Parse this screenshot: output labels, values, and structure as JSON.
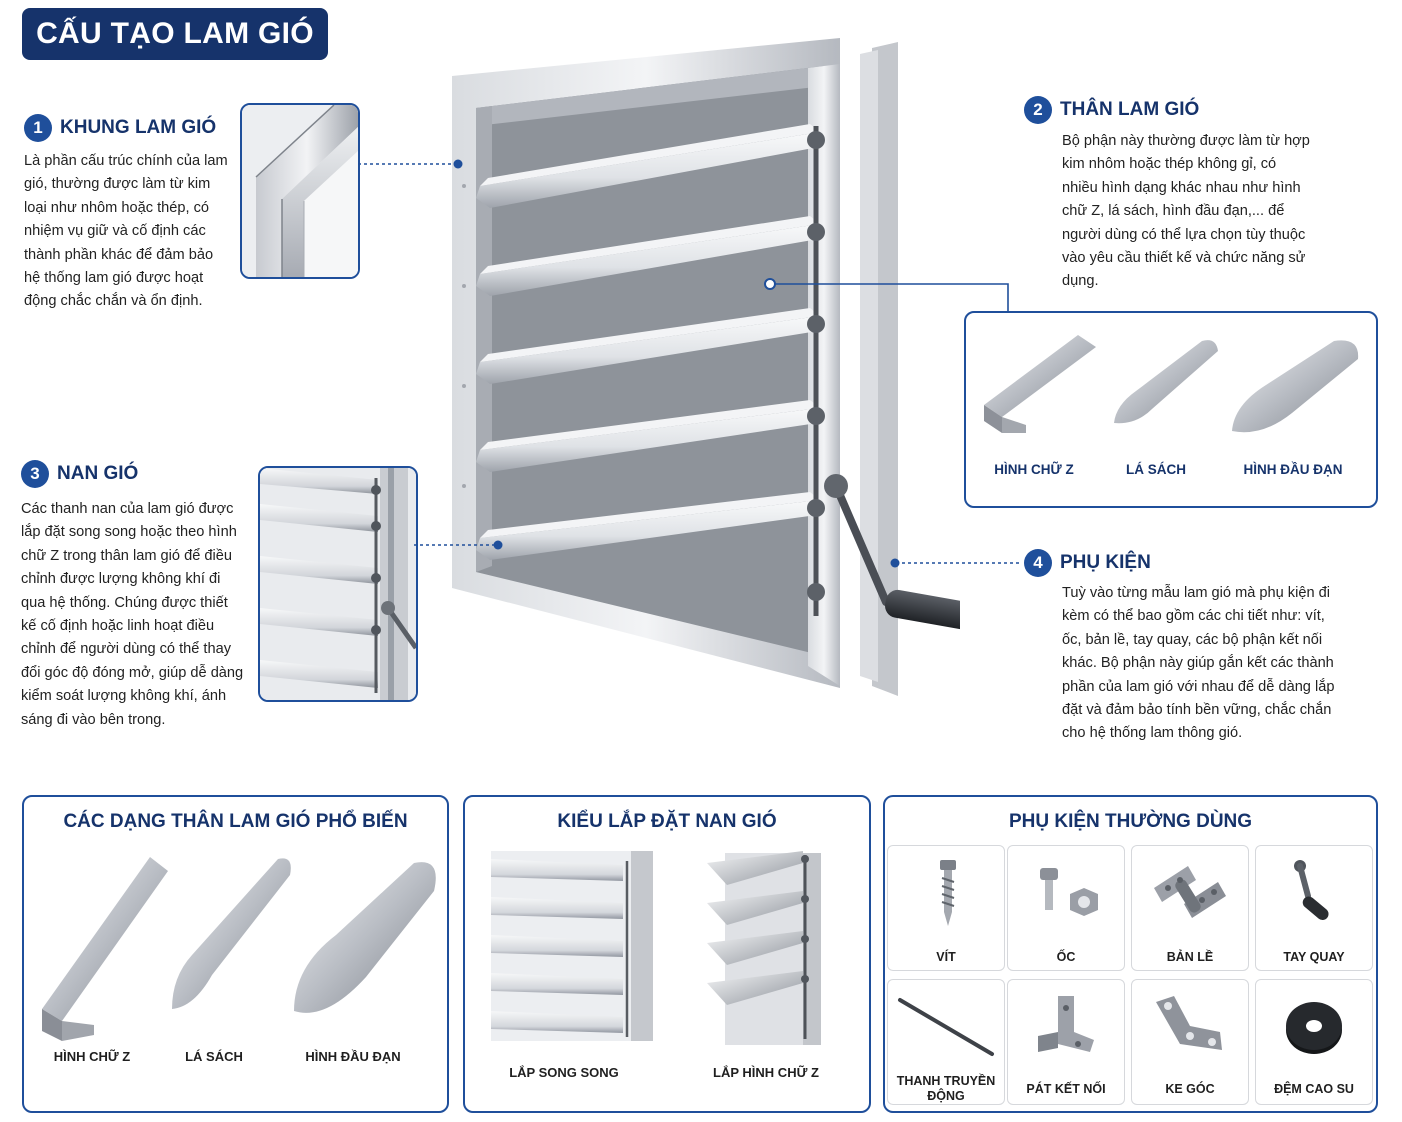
{
  "title": "CẤU TẠO LAM GIÓ",
  "sections": {
    "frame": {
      "number": "1",
      "heading": "KHUNG LAM GIÓ",
      "description": "Là phần cấu trúc chính của lam gió, thường được làm từ kim loại như nhôm hoặc thép, có nhiệm vụ giữ và cố định các thành phần khác để đảm bảo hệ thống lam gió được hoạt động chắc chắn và ổn định."
    },
    "body": {
      "number": "2",
      "heading": "THÂN LAM GIÓ",
      "description": "Bộ phận này thường được làm từ hợp kim nhôm hoặc thép không gỉ, có nhiều hình dạng khác nhau như hình chữ Z, lá sách, hình đầu đạn,... để người dùng có thể lựa chọn tùy thuộc vào yêu cầu thiết kế và chức năng sử dụng.",
      "shapes": [
        "HÌNH CHỮ Z",
        "LÁ SÁCH",
        "HÌNH ĐẦU ĐẠN"
      ]
    },
    "blades": {
      "number": "3",
      "heading": "NAN GIÓ",
      "description": "Các thanh nan của lam gió được lắp đặt song song hoặc theo hình chữ Z trong thân lam gió để điều chỉnh được lượng không khí đi qua hệ thống. Chúng được thiết kế cố định hoặc linh hoạt điều chỉnh để người dùng có thể thay đổi góc độ đóng mở, giúp dễ dàng kiểm soát lượng không khí, ánh sáng đi vào bên trong."
    },
    "accessories": {
      "number": "4",
      "heading": "PHỤ KIỆN",
      "description": "Tuỳ vào từng mẫu lam gió mà phụ kiện đi kèm có thể bao gồm các chi tiết như: vít, ốc, bản lề, tay quay, các bộ phận kết nối khác. Bộ phận này giúp gắn kết các thành phần của lam gió với nhau để dễ dàng lắp đặt và đảm bảo tính bền vững, chắc chắn cho hệ thống lam thông gió."
    }
  },
  "panels": {
    "common_bodies": {
      "title": "CÁC DẠNG THÂN LAM GIÓ PHỔ BIẾN",
      "items": [
        "HÌNH CHỮ Z",
        "LÁ SÁCH",
        "HÌNH ĐẦU ĐẠN"
      ]
    },
    "installation": {
      "title": "KIỂU LẮP ĐẶT NAN GIÓ",
      "items": [
        "LẮP SONG SONG",
        "LẮP HÌNH CHỮ Z"
      ]
    },
    "common_accessories": {
      "title": "PHỤ KIỆN THƯỜNG DÙNG",
      "items": [
        "VÍT",
        "ỐC",
        "BẢN LỀ",
        "TAY QUAY",
        "THANH TRUYỀN ĐỘNG",
        "PÁT KẾT NỐI",
        "KE GÓC",
        "ĐỆM CAO SU"
      ]
    }
  },
  "colors": {
    "navy": "#16336b",
    "accent": "#1f4f9b",
    "metal_light": "#e4e6ea",
    "metal_dark": "#8a8f98"
  }
}
